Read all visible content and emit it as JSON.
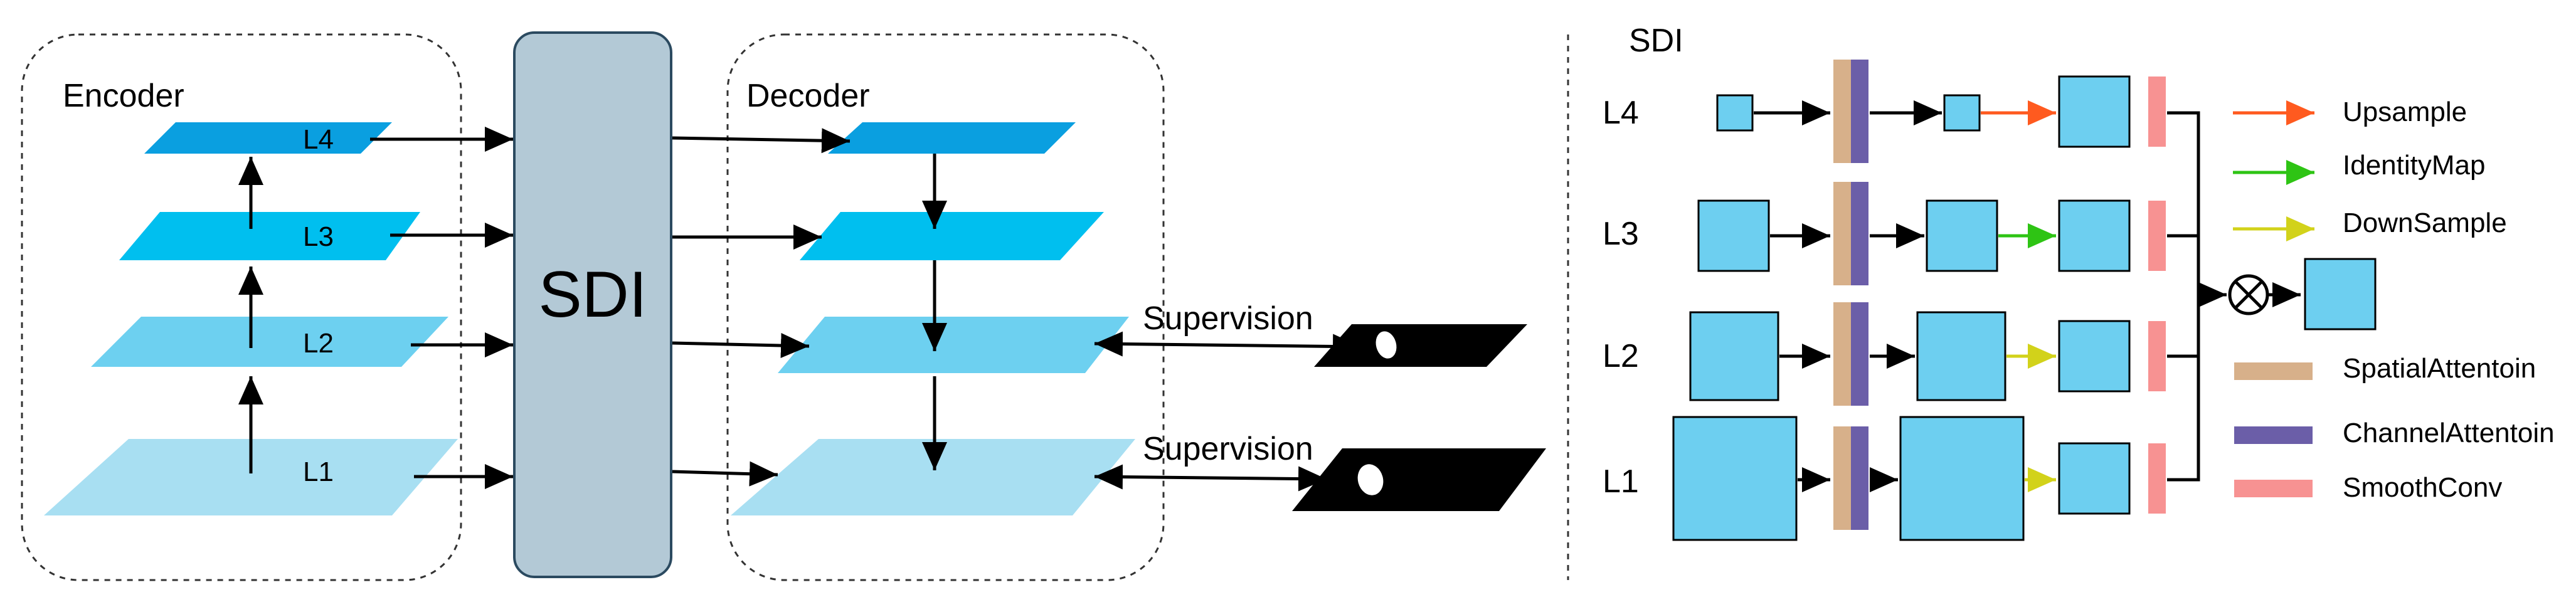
{
  "colors": {
    "l4": "#0a9fe0",
    "l3": "#00bfef",
    "l2": "#6dd0f0",
    "l1": "#a8dff2",
    "sdi_block": "#b3c9d6",
    "block": "#6dcff0",
    "upsample": "#ff5a1f",
    "identity": "#2ec414",
    "downsample": "#d2d21a",
    "spatial": "#d7b08a",
    "channel": "#6b5ea8",
    "smooth": "#f79292",
    "mask": "#000000"
  },
  "left": {
    "encoder_label": "Encoder",
    "decoder_label": "Decoder",
    "sdi_label": "SDI",
    "levels": [
      "L4",
      "L3",
      "L2",
      "L1"
    ],
    "supervision_top": "Supervision",
    "supervision_bottom": "Supervision"
  },
  "right": {
    "title": "SDI",
    "levels": [
      "L4",
      "L3",
      "L2",
      "L1"
    ],
    "multiply_symbol": "⊗",
    "legend": [
      {
        "type": "arrow",
        "label": "Upsample",
        "color": "upsample"
      },
      {
        "type": "arrow",
        "label": "IdentityMap",
        "color": "identity"
      },
      {
        "type": "arrow",
        "label": "DownSample",
        "color": "downsample"
      },
      {
        "type": "bar",
        "label": "SpatialAttentoin",
        "color": "spatial"
      },
      {
        "type": "bar",
        "label": "ChannelAttentoin",
        "color": "channel"
      },
      {
        "type": "bar",
        "label": "SmoothConv",
        "color": "smooth"
      }
    ]
  }
}
